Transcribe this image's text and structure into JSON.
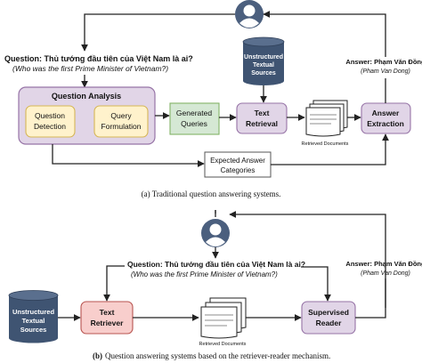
{
  "panel_a": {
    "question": "Question: Thủ tướng đầu tiên của Việt Nam là ai?",
    "question_en": "(Who was the first Prime Minister of Vietnam?)",
    "question_analysis": "Question Analysis",
    "question_detection": [
      "Question",
      "Detection"
    ],
    "query_formulation": [
      "Query",
      "Formulation"
    ],
    "generated_queries": [
      "Generated",
      "Queries"
    ],
    "unstructured_sources": [
      "Unstructured",
      "Textual",
      "Sources"
    ],
    "text_retrieval": [
      "Text",
      "Retrieval"
    ],
    "retrieved_documents": "Retrieved Documents",
    "answer_extraction": [
      "Answer",
      "Extraction"
    ],
    "expected_answer": [
      "Expected Answer",
      "Categories"
    ],
    "answer": "Answer: Phạm Văn Đồng",
    "answer_en": "(Pham Van Dong)",
    "caption": "(a) Traditional question answering systems."
  },
  "panel_b": {
    "question": "Question: Thủ tướng đầu tiên của Việt Nam là ai?",
    "question_en": "(Who was the first Prime Minister of Vietnam?)",
    "unstructured_sources": [
      "Unstructured",
      "Textual",
      "Sources"
    ],
    "text_retriever": [
      "Text",
      "Retriever"
    ],
    "retrieved_documents": "Retrieved Documents",
    "supervised_reader": [
      "Supervised",
      "Reader"
    ],
    "answer": "Answer: Phạm Văn Đồng",
    "answer_en": "(Pham Van Dong)",
    "caption_label": "(b)",
    "caption_text": "Question answering systems based on the retriever-reader mechanism."
  },
  "colors": {
    "purple_fill": "#e1d5e7",
    "purple_stroke": "#9673a6",
    "yellow_fill": "#fff2cc",
    "yellow_stroke": "#d6b656",
    "green_fill": "#d5e8d4",
    "green_stroke": "#82b366",
    "red_fill": "#f8cecc",
    "red_stroke": "#b85450",
    "db_fill": "#3f5472",
    "user_fill": "#4b5f7e"
  }
}
